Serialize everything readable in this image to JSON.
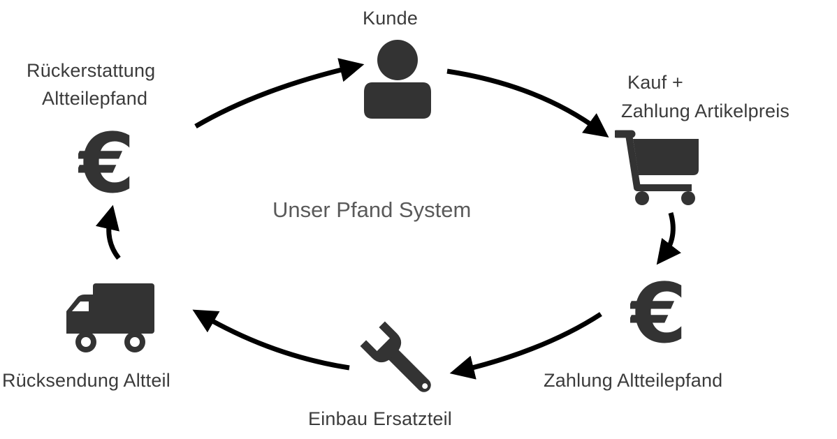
{
  "title": "Unser Pfand System",
  "colors": {
    "icon": "#333333",
    "text": "#3b3b3b",
    "arrow": "#000000"
  },
  "steps": [
    {
      "label": "Kunde",
      "icon": "person-icon"
    },
    {
      "label_line1": "Kauf +",
      "label_line2": "Zahlung Artikelpreis",
      "icon": "shopping-cart-icon"
    },
    {
      "label": "Zahlung Altteilepfand",
      "icon": "euro-icon"
    },
    {
      "label": "Einbau Ersatzteil",
      "icon": "wrench-icon"
    },
    {
      "label": "Rücksendung Altteil",
      "icon": "truck-icon"
    },
    {
      "label_line1": "Rückerstattung",
      "label_line2": "Altteilepfand",
      "icon": "euro-icon"
    }
  ]
}
